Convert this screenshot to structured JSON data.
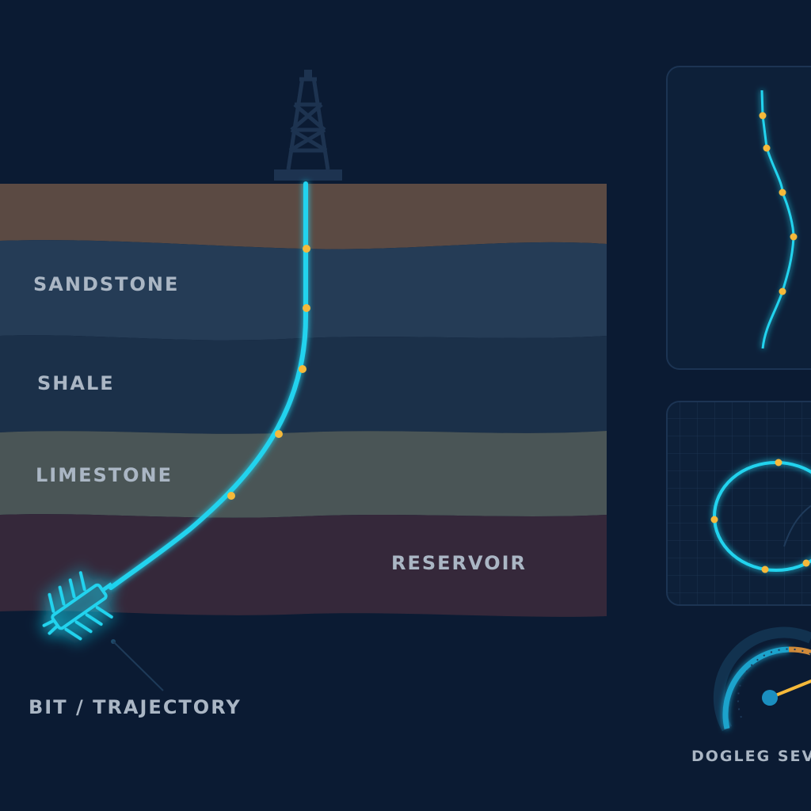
{
  "layers": [
    {
      "label": "",
      "color": "#5b4a43"
    },
    {
      "label": "SANDSTONE",
      "color": "#253c56"
    },
    {
      "label": "SHALE",
      "color": "#1b3049"
    },
    {
      "label": "LIMESTONE",
      "color": "#4a5556"
    },
    {
      "label": "RESERVOIR",
      "color": "#35283a"
    }
  ],
  "bit_label": "BIT / TRAJECTORY",
  "gauge_label": "DOGLEG SEVE",
  "colors": {
    "background": "#0b1b33",
    "trajectory": "#22d3ee",
    "survey_point": "#f5b93a",
    "text": "#aab6c4"
  },
  "icons": [
    "derrick-icon",
    "drill-bit-icon",
    "gauge-icon"
  ]
}
